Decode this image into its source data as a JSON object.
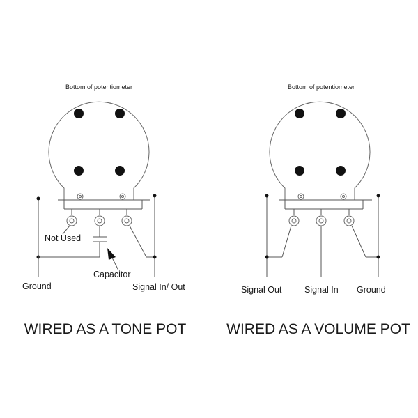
{
  "tone": {
    "bottom_label": "Bottom of potentiometer",
    "not_used": "Not Used",
    "capacitor": "Capacitor",
    "ground": "Ground",
    "signal": "Signal In/ Out",
    "caption": "WIRED AS A TONE POT"
  },
  "volume": {
    "bottom_label": "Bottom of potentiometer",
    "signal_out": "Signal  Out",
    "signal_in": "Signal In",
    "ground": "Ground",
    "caption": "WIRED AS A VOLUME POT"
  }
}
